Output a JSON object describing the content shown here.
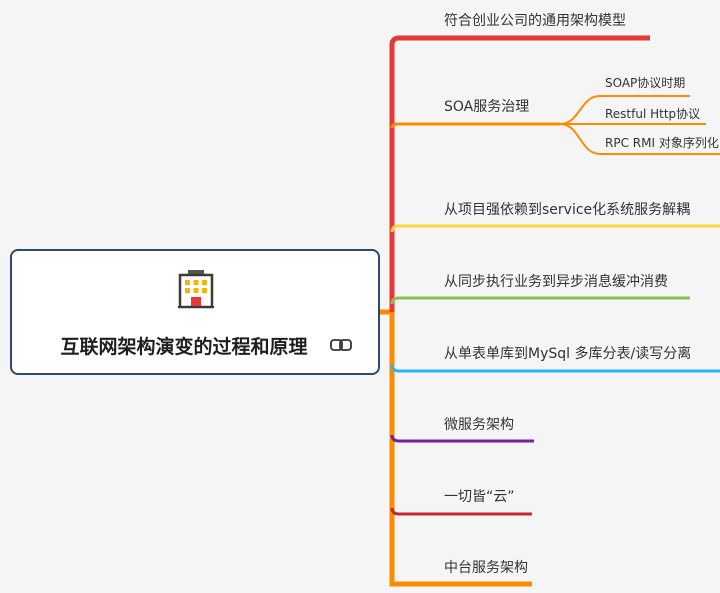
{
  "central": {
    "title": "互联网架构演变的过程和原理",
    "icon": "building-icon",
    "link_icon": "link-icon",
    "border_color": "#2c4a6e"
  },
  "branches": [
    {
      "label": "符合创业公司的通用架构模型",
      "color": "#e53935"
    },
    {
      "label": "SOA服务治理",
      "color": "#fb8c00",
      "children": [
        {
          "label": "SOAP协议时期"
        },
        {
          "label": "Restful Http协议"
        },
        {
          "label": "RPC RMI 对象序列化"
        }
      ]
    },
    {
      "label": "从项目强依赖到service化系统服务解耦",
      "color": "#fdd835"
    },
    {
      "label": "从同步执行业务到异步消息缓冲消费",
      "color": "#8bc34a"
    },
    {
      "label": "从单表单库到MySql 多库分表/读写分离",
      "color": "#29b6f6"
    },
    {
      "label": "微服务架构",
      "color": "#7b1fa2"
    },
    {
      "label": "一切皆“云”",
      "color": "#c62828"
    },
    {
      "label": "中台服务架构",
      "color": "#ef6c00"
    }
  ]
}
